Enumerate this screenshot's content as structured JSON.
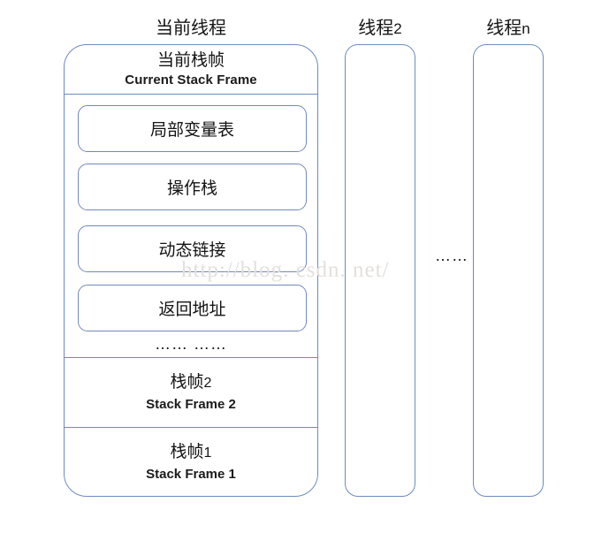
{
  "diagram": {
    "watermark": "http://blog. csdn. net/",
    "colors": {
      "border": "#6d8cbe",
      "inner_border": "#7089bd",
      "text": "#141414",
      "watermark": "#e3e0dd",
      "background": "#ffffff"
    }
  },
  "columns": {
    "current_thread": {
      "title_cn": "当前线程",
      "current_frame": {
        "title_cn": "当前栈帧",
        "title_en": "Current Stack Frame",
        "components": [
          {
            "label": "局部变量表"
          },
          {
            "label": "操作栈"
          },
          {
            "label": "动态链接"
          },
          {
            "label": "返回地址"
          }
        ],
        "more_indicator": "…… ……"
      },
      "frames": [
        {
          "title_cn": "栈帧",
          "index": "2",
          "title_en": "Stack Frame 2"
        },
        {
          "title_cn": "栈帧",
          "index": "1",
          "title_en": "Stack Frame 1"
        }
      ]
    },
    "thread2": {
      "title_cn": "线程",
      "index": "2"
    },
    "threadn": {
      "title_cn": "线程",
      "index": "n"
    },
    "between_threads_ellipsis": "……"
  }
}
